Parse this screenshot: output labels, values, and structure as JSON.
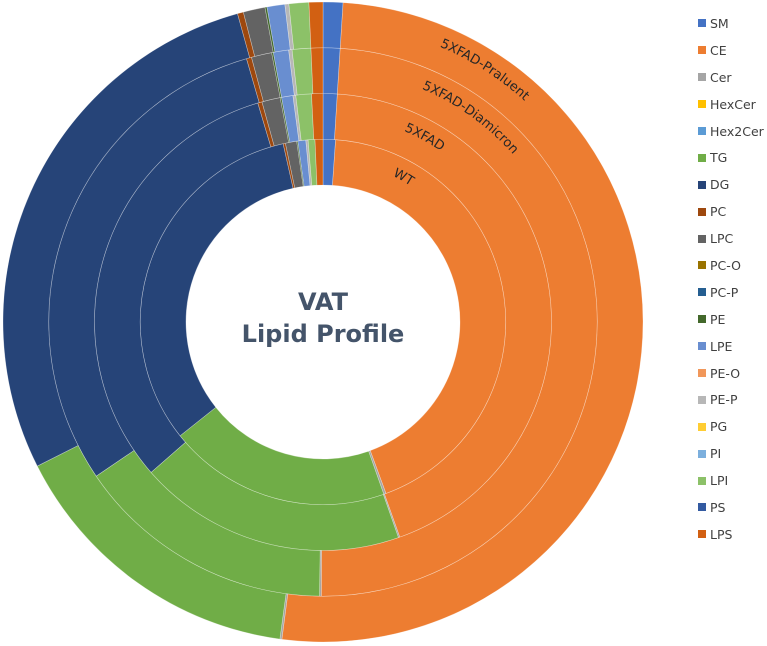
{
  "chart_data": {
    "type": "pie",
    "subtype": "multi-ring doughnut",
    "title": "VAT Lipid Profile",
    "title_lines": [
      "VAT",
      "Lipid Profile"
    ],
    "units": "percent of total (estimated from arc angles)",
    "categories": [
      "SM",
      "CE",
      "Cer",
      "HexCer",
      "Hex2Cer",
      "TG",
      "DG",
      "PC",
      "LPC",
      "PC-O",
      "PC-P",
      "PE",
      "LPE",
      "PE-O",
      "PE-P",
      "PG",
      "PI",
      "LPI",
      "PS",
      "LPS"
    ],
    "colors": [
      "#4472c4",
      "#ed7d31",
      "#a5a5a5",
      "#ffc000",
      "#5b9bd5",
      "#70ad47",
      "#264478",
      "#9e480e",
      "#636363",
      "#997300",
      "#255e91",
      "#43682b",
      "#698ed0",
      "#f1975a",
      "#b7b7b7",
      "#ffcd33",
      "#7cafdd",
      "#8cc168",
      "#335aa1",
      "#d26012"
    ],
    "series": [
      {
        "name": "WT",
        "ring": "innermost",
        "values": [
          1.1,
          43.3,
          0.2,
          0,
          0,
          19.7,
          32.2,
          0.2,
          1.0,
          0,
          0,
          0.1,
          0.7,
          0,
          0.2,
          0,
          0,
          0.6,
          0,
          0.7
        ]
      },
      {
        "name": "5XFAD",
        "ring": "second",
        "values": [
          1.0,
          43.5,
          0.1,
          0,
          0,
          18.9,
          31.8,
          0.3,
          1.3,
          0,
          0,
          0.1,
          0.8,
          0,
          0.2,
          0,
          0,
          1.1,
          0,
          0.8
        ]
      },
      {
        "name": "5XFAD-Diamicron",
        "ring": "third",
        "values": [
          1.0,
          49.1,
          0.1,
          0,
          0,
          15.3,
          30.0,
          0.3,
          1.2,
          0,
          0,
          0.1,
          0.9,
          0,
          0.2,
          0,
          0,
          1.1,
          0,
          0.7
        ]
      },
      {
        "name": "5XFAD-Praluent",
        "ring": "outermost",
        "values": [
          1.0,
          51.0,
          0.1,
          0,
          0,
          15.4,
          28.1,
          0.3,
          1.1,
          0,
          0,
          0.1,
          0.9,
          0,
          0.2,
          0,
          0,
          1.0,
          0,
          0.7
        ]
      }
    ],
    "ring_labels": [
      "5XFAD-Praluent",
      "5XFAD-Diamicron",
      "5XFAD",
      "WT"
    ],
    "legend_position": "right",
    "start_angle": 0,
    "direction": "clockwise"
  },
  "legend": {
    "items": [
      "SM",
      "CE",
      "Cer",
      "HexCer",
      "Hex2Cer",
      "TG",
      "DG",
      "PC",
      "LPC",
      "PC-O",
      "PC-P",
      "PE",
      "LPE",
      "PE-O",
      "PE-P",
      "PG",
      "PI",
      "LPI",
      "PS",
      "LPS"
    ]
  }
}
